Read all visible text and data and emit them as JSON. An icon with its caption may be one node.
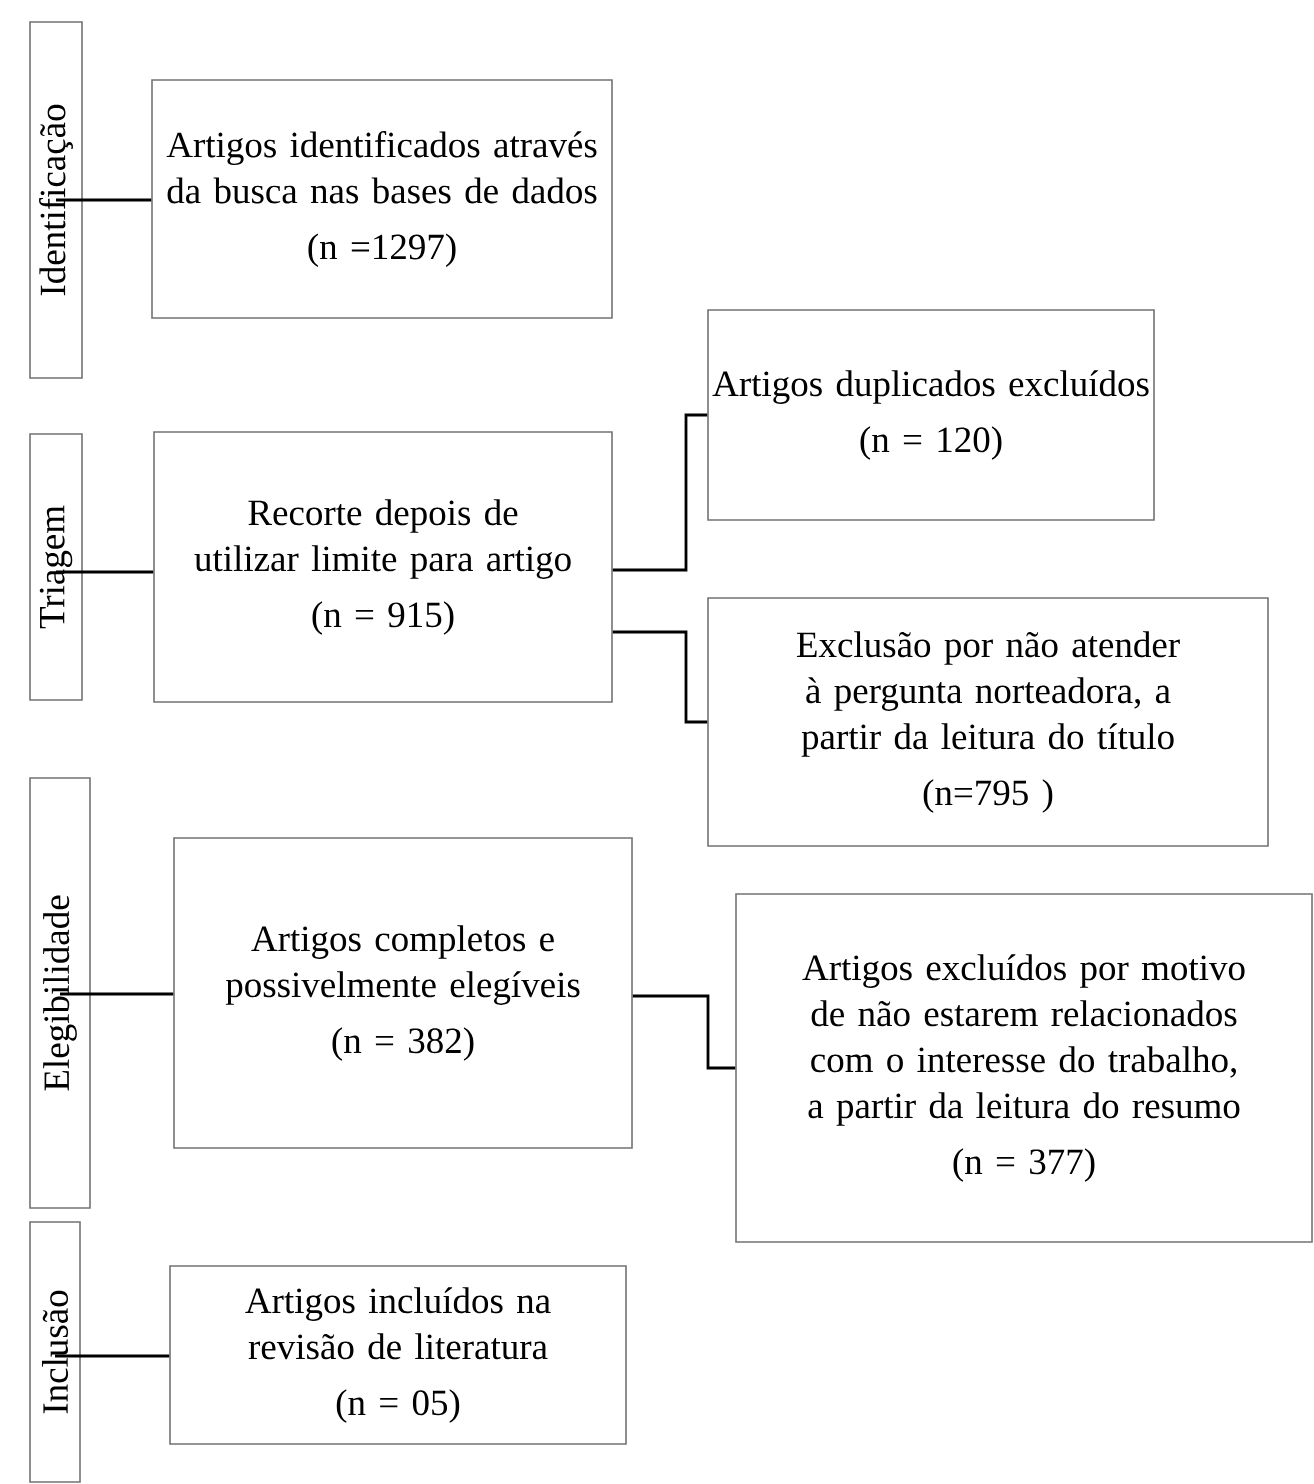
{
  "diagram": {
    "nodes": [
      {
        "text": [
          "Identificação"
        ]
      },
      {
        "text": [
          "Artigos identificados através da busca nas bases de dados",
          "(n =1297)"
        ]
      },
      {
        "text": [
          "Triagem"
        ]
      },
      {
        "text": [
          "Recorte depois de utilizar limite para artigo",
          "(n = 915)"
        ]
      },
      {
        "text": [
          "Artigos duplicados excluídos",
          "(n = 120)"
        ]
      },
      {
        "text": [
          "Exclusão por não atender à pergunta norteadora, a partir da leitura do título",
          "(n=795 )"
        ]
      },
      {
        "text": [
          "Elegibilidade"
        ]
      },
      {
        "text": [
          "Artigos completos e possivelmente elegíveis",
          "(n = 382)"
        ]
      },
      {
        "text": [
          "Artigos excluídos por motivo de não estarem relacionados com o interesse do trabalho, a partir da leitura do resumo",
          "(n = 377)"
        ]
      },
      {
        "text": [
          "Inclusão"
        ]
      },
      {
        "text": [
          "Artigos incluídos na revisão de literatura",
          "(n = 05)"
        ]
      }
    ],
    "edges": [
      {
        "from": 0,
        "to": 1,
        "arrow": "none"
      },
      {
        "from": 2,
        "to": 3,
        "arrow": "none"
      },
      {
        "from": 3,
        "to": 4,
        "arrow": "none"
      },
      {
        "from": 3,
        "to": 5,
        "arrow": "none"
      },
      {
        "from": 6,
        "to": 7,
        "arrow": "none"
      },
      {
        "from": 7,
        "to": 8,
        "arrow": "none"
      },
      {
        "from": 9,
        "to": 10,
        "arrow": "none"
      }
    ]
  }
}
